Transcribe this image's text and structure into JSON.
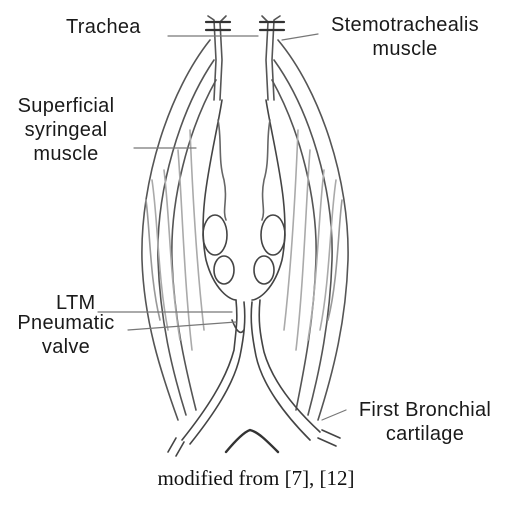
{
  "labels": {
    "trachea": "Trachea",
    "sternotrachealis_l1": "Stemotrachealis",
    "sternotrachealis_l2": "muscle",
    "superficial_l1": "Superficial",
    "superficial_l2": "syringeal",
    "superficial_l3": "muscle",
    "ltm": "LTM",
    "pneumatic_l1": "Pneumatic",
    "pneumatic_l2": "valve",
    "bronchial_l1": "First Bronchial",
    "bronchial_l2": "cartilage"
  },
  "caption": "modified from [7], [12]"
}
